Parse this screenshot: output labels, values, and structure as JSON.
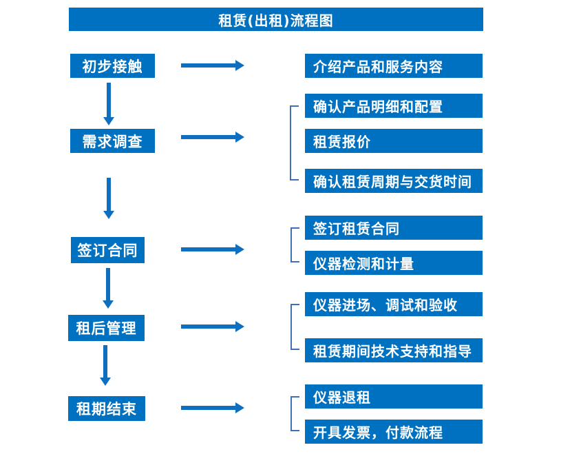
{
  "title": "租赁(出租)流程图",
  "colors": {
    "box": "#0070c0",
    "arrow": "#0e6fc1",
    "bracket": "#3e6fb8",
    "text": "#ffffff",
    "background": "#ffffff"
  },
  "steps": [
    {
      "label": "初步接触",
      "details": [
        "介绍产品和服务内容"
      ]
    },
    {
      "label": "需求调查",
      "details": [
        "确认产品明细和配置",
        "租赁报价",
        "确认租赁周期与交货时间"
      ]
    },
    {
      "label": "签订合同",
      "details": [
        "签订租赁合同",
        "仪器检测和计量"
      ]
    },
    {
      "label": "租后管理",
      "details": [
        "仪器进场、调试和验收",
        "租赁期间技术支持和指导"
      ]
    },
    {
      "label": "租期结束",
      "details": [
        "仪器退租",
        "开具发票，付款流程"
      ]
    }
  ]
}
